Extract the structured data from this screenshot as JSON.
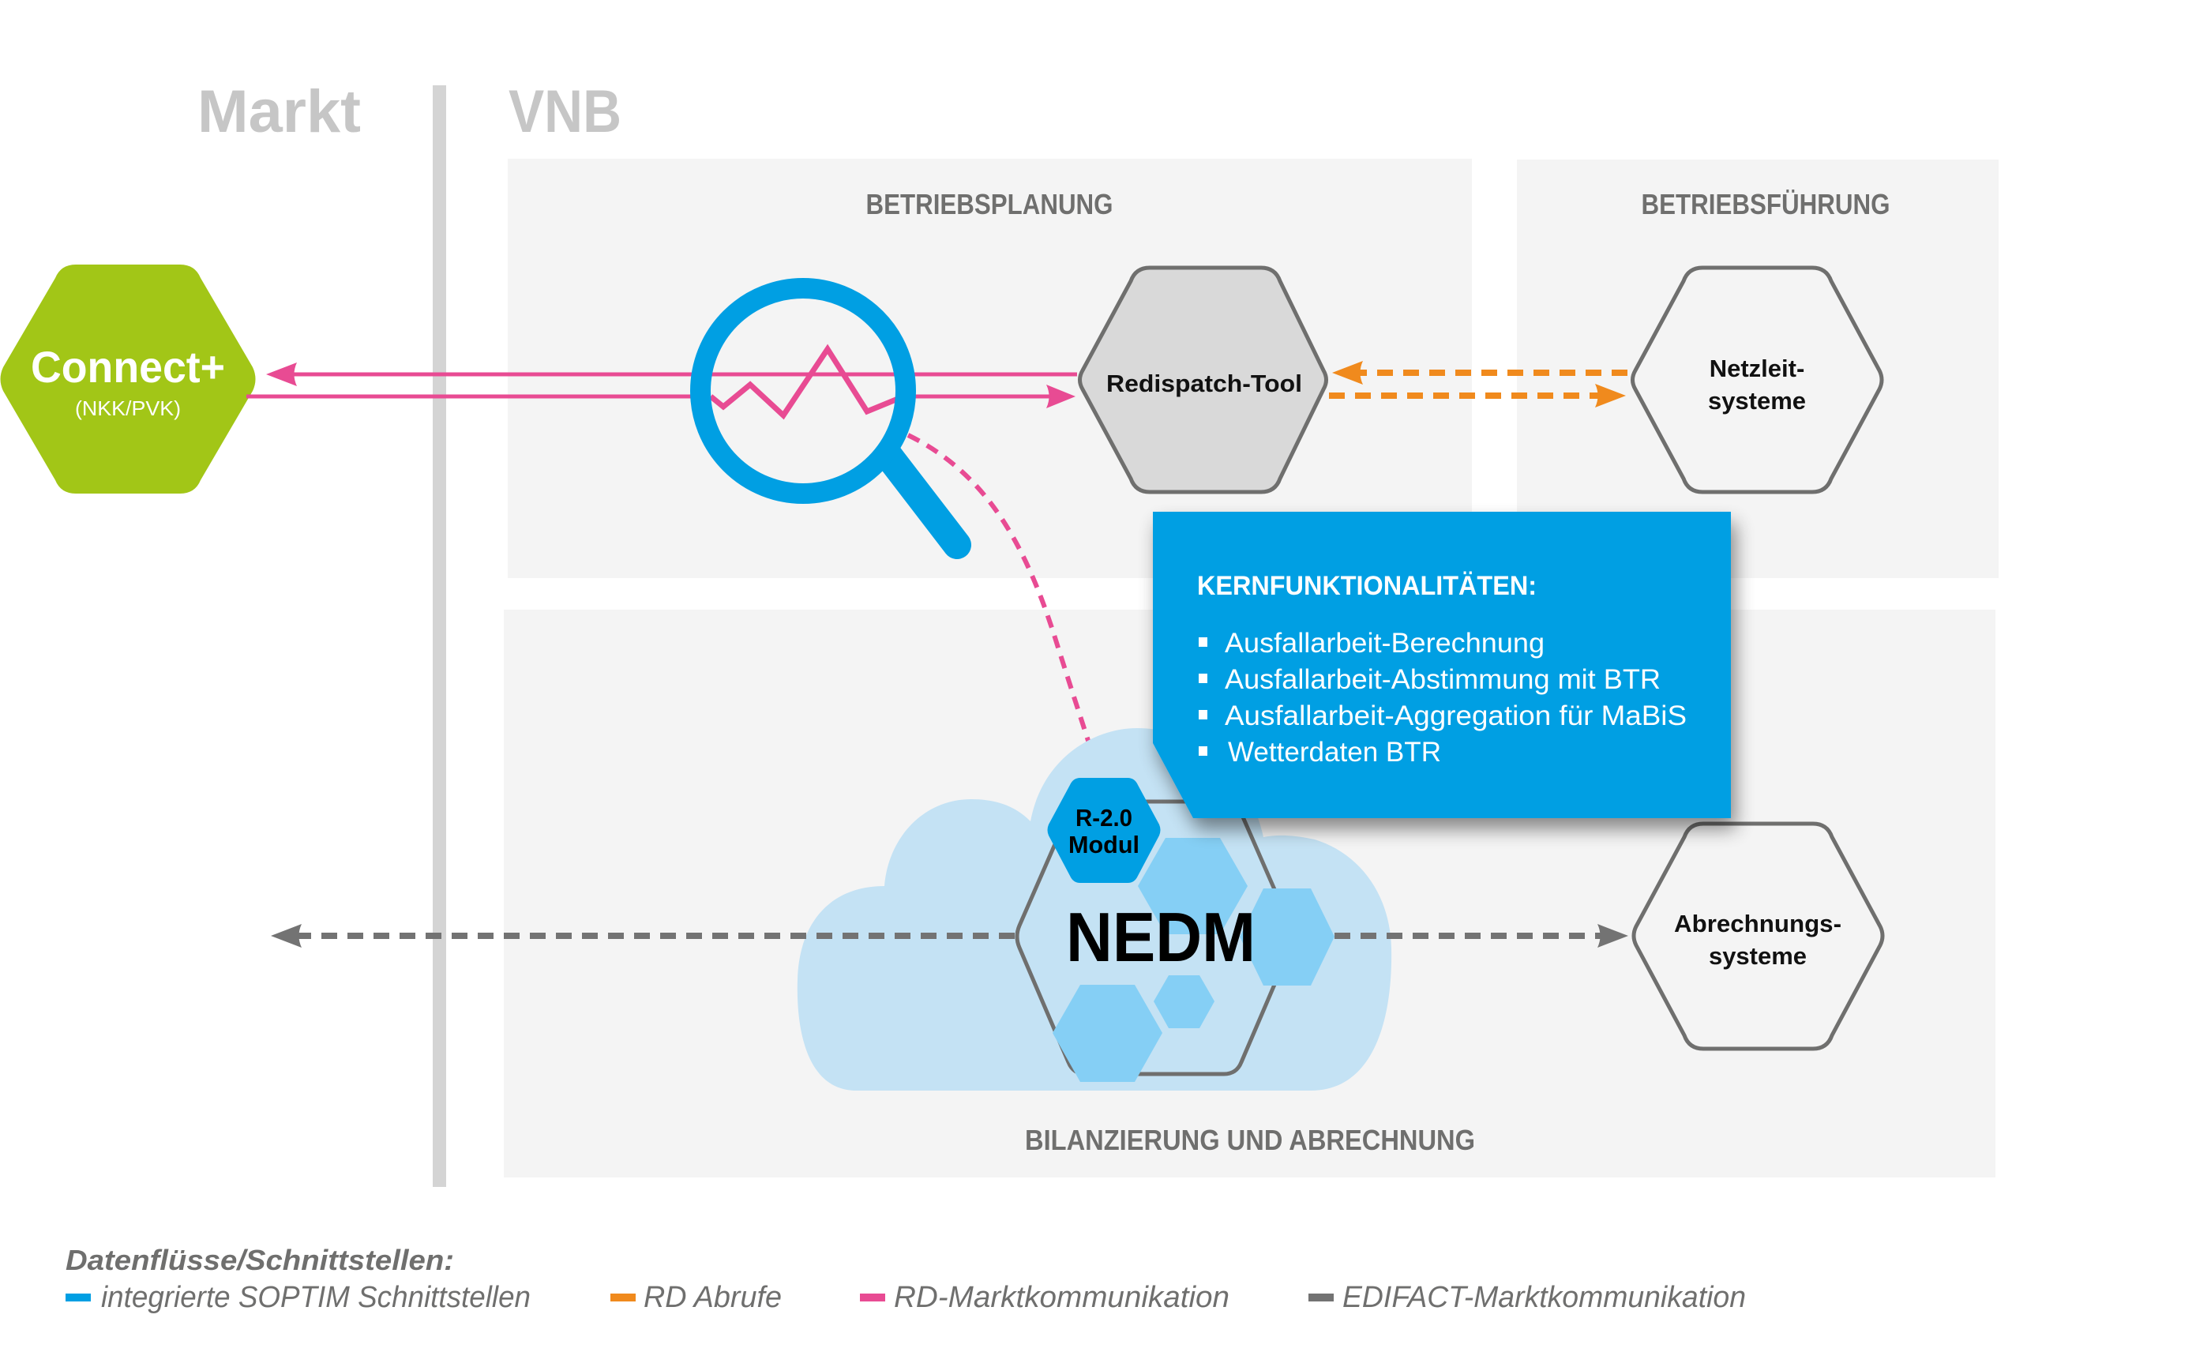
{
  "headers": {
    "left": "Markt",
    "right": "VNB"
  },
  "panels": {
    "planning": "BETRIEBSPLANUNG",
    "operations": "BETRIEBSFÜHRUNG",
    "billing": "BILANZIERUNG UND ABRECHNUNG"
  },
  "nodes": {
    "connect": {
      "title": "Connect+",
      "subtitle": "(NKK/PVK)"
    },
    "redispatch": {
      "label": "Redispatch-Tool"
    },
    "netzleit": {
      "line1": "Netzleit-",
      "line2": "systeme"
    },
    "abrechnung": {
      "line1": "Abrechnungs-",
      "line2": "systeme"
    },
    "nedm": {
      "label": "NEDM"
    },
    "module": {
      "line1": "R-2.0",
      "line2": "Modul"
    }
  },
  "icons": {
    "magnifier": "magnifier-chart-icon",
    "cloud": "cloud-icon"
  },
  "info_box": {
    "title": "KERNFUNKTIONALITÄTEN:",
    "items": [
      "Ausfallarbeit-Berechnung",
      "Ausfallarbeit-Abstimmung mit BTR",
      "Ausfallarbeit-Aggregation für MaBiS",
      "Wetterdaten BTR"
    ]
  },
  "legend": {
    "title": "Datenflüsse/Schnittstellen:",
    "items": [
      {
        "label": "integrierte SOPTIM Schnittstellen",
        "color": "#009fe3"
      },
      {
        "label": "RD Abrufe",
        "color": "#f08a1d"
      },
      {
        "label": "RD-Marktkommunikation",
        "color": "#e84b93"
      },
      {
        "label": "EDIFACT-Marktkommunikation",
        "color": "#737373"
      }
    ]
  },
  "colors": {
    "green": "#a2c617",
    "blue": "#009fe3",
    "light_blue": "#85cff5",
    "cloud": "#c4e2f4",
    "pink": "#e84b93",
    "orange": "#f08a1d",
    "gray_line": "#737373",
    "panel_bg": "#f4f4f4",
    "divider": "#d4d4d4"
  }
}
